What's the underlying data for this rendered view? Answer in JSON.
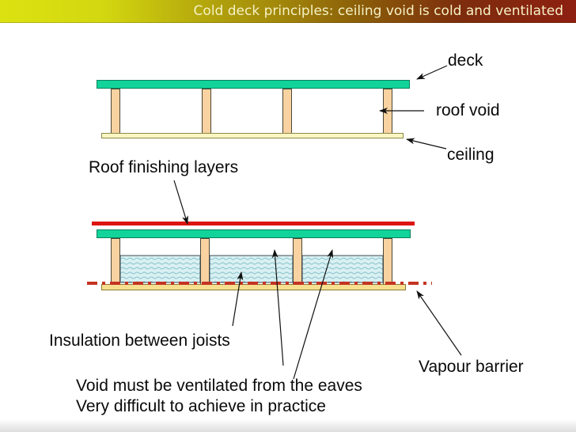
{
  "header": {
    "title": "Cold deck principles: ceiling void is cold and ventilated"
  },
  "diagram_top": {
    "label_deck": "deck",
    "label_roof_void": "roof void",
    "label_ceiling": "ceiling"
  },
  "diagram_bottom": {
    "label_roof_finishing": "Roof finishing layers",
    "label_insulation": "Insulation between joists",
    "label_vapour_barrier": "Vapour barrier"
  },
  "notes": {
    "line1": "Void must be ventilated from the eaves",
    "line2": "Very difficult to achieve in practice"
  },
  "colors": {
    "header_gradient_left": "#dce211",
    "header_gradient_mid": "#a3890a",
    "header_gradient_right": "#8e1f11",
    "header_title_text": "#f6f2c4",
    "deck_green": "#12d49a",
    "deck_border": "#0a7f5c",
    "joist_tan": "#f8d2a0",
    "ceiling_cream": "#fcf6c2",
    "ceiling_tan": "#f6e090",
    "roof_finishing_red": "#dd1512",
    "vapour_barrier_red": "#c43422",
    "insulation_fill": "#d9f0f3",
    "insulation_wave": "#84c2c9",
    "label_text": "#0a0a0a"
  }
}
